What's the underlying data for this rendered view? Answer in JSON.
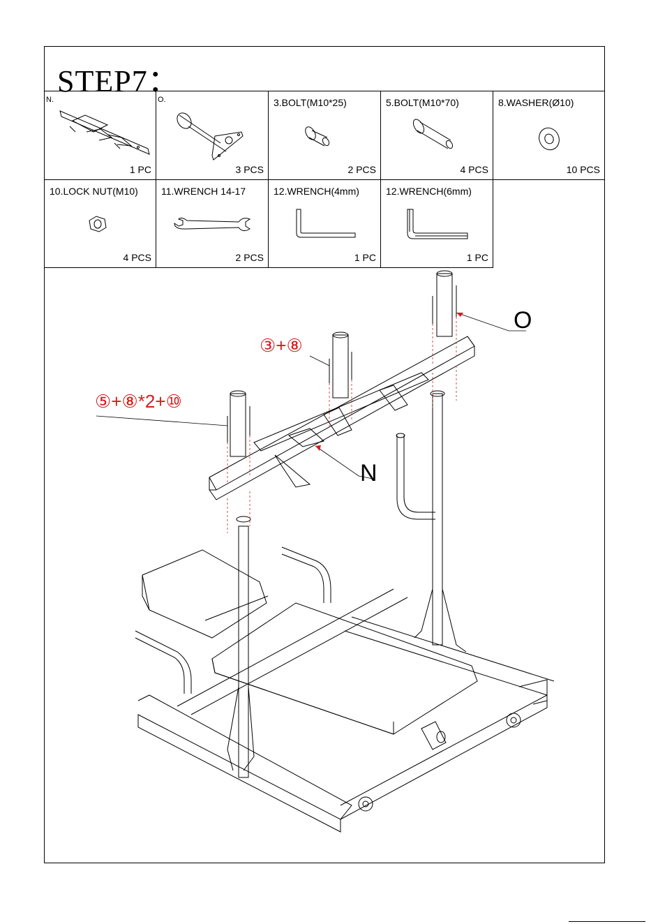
{
  "step": {
    "title": "STEP7："
  },
  "parts": [
    {
      "label": "N.",
      "qty": "1 PC",
      "icon": "frame-bracket-icon"
    },
    {
      "label": "O.",
      "qty": "3 PCS",
      "icon": "tube-sleeve-icon"
    },
    {
      "label": "3.BOLT(M10*25)",
      "qty": "2 PCS",
      "icon": "short-bolt-icon"
    },
    {
      "label": "5.BOLT(M10*70)",
      "qty": "4 PCS",
      "icon": "long-bolt-icon"
    },
    {
      "label": "8.WASHER(Ø10)",
      "qty": "10 PCS",
      "icon": "washer-icon"
    },
    {
      "label": "10.LOCK NUT(M10)",
      "qty": "4 PCS",
      "icon": "lock-nut-icon"
    },
    {
      "label": "11.WRENCH 14-17",
      "qty": "2 PCS",
      "icon": "open-wrench-icon"
    },
    {
      "label": "12.WRENCH(4mm)",
      "qty": "1 PC",
      "icon": "allen-key-icon"
    },
    {
      "label": "12.WRENCH(6mm)",
      "qty": "1 PC",
      "icon": "allen-key-icon"
    }
  ],
  "callouts": {
    "top_center": "③+⑧",
    "left": "⑤+⑧*2+⑩",
    "part_o": "O",
    "part_n": "N"
  },
  "colors": {
    "callout": "#d21e1e",
    "line": "#000000"
  }
}
